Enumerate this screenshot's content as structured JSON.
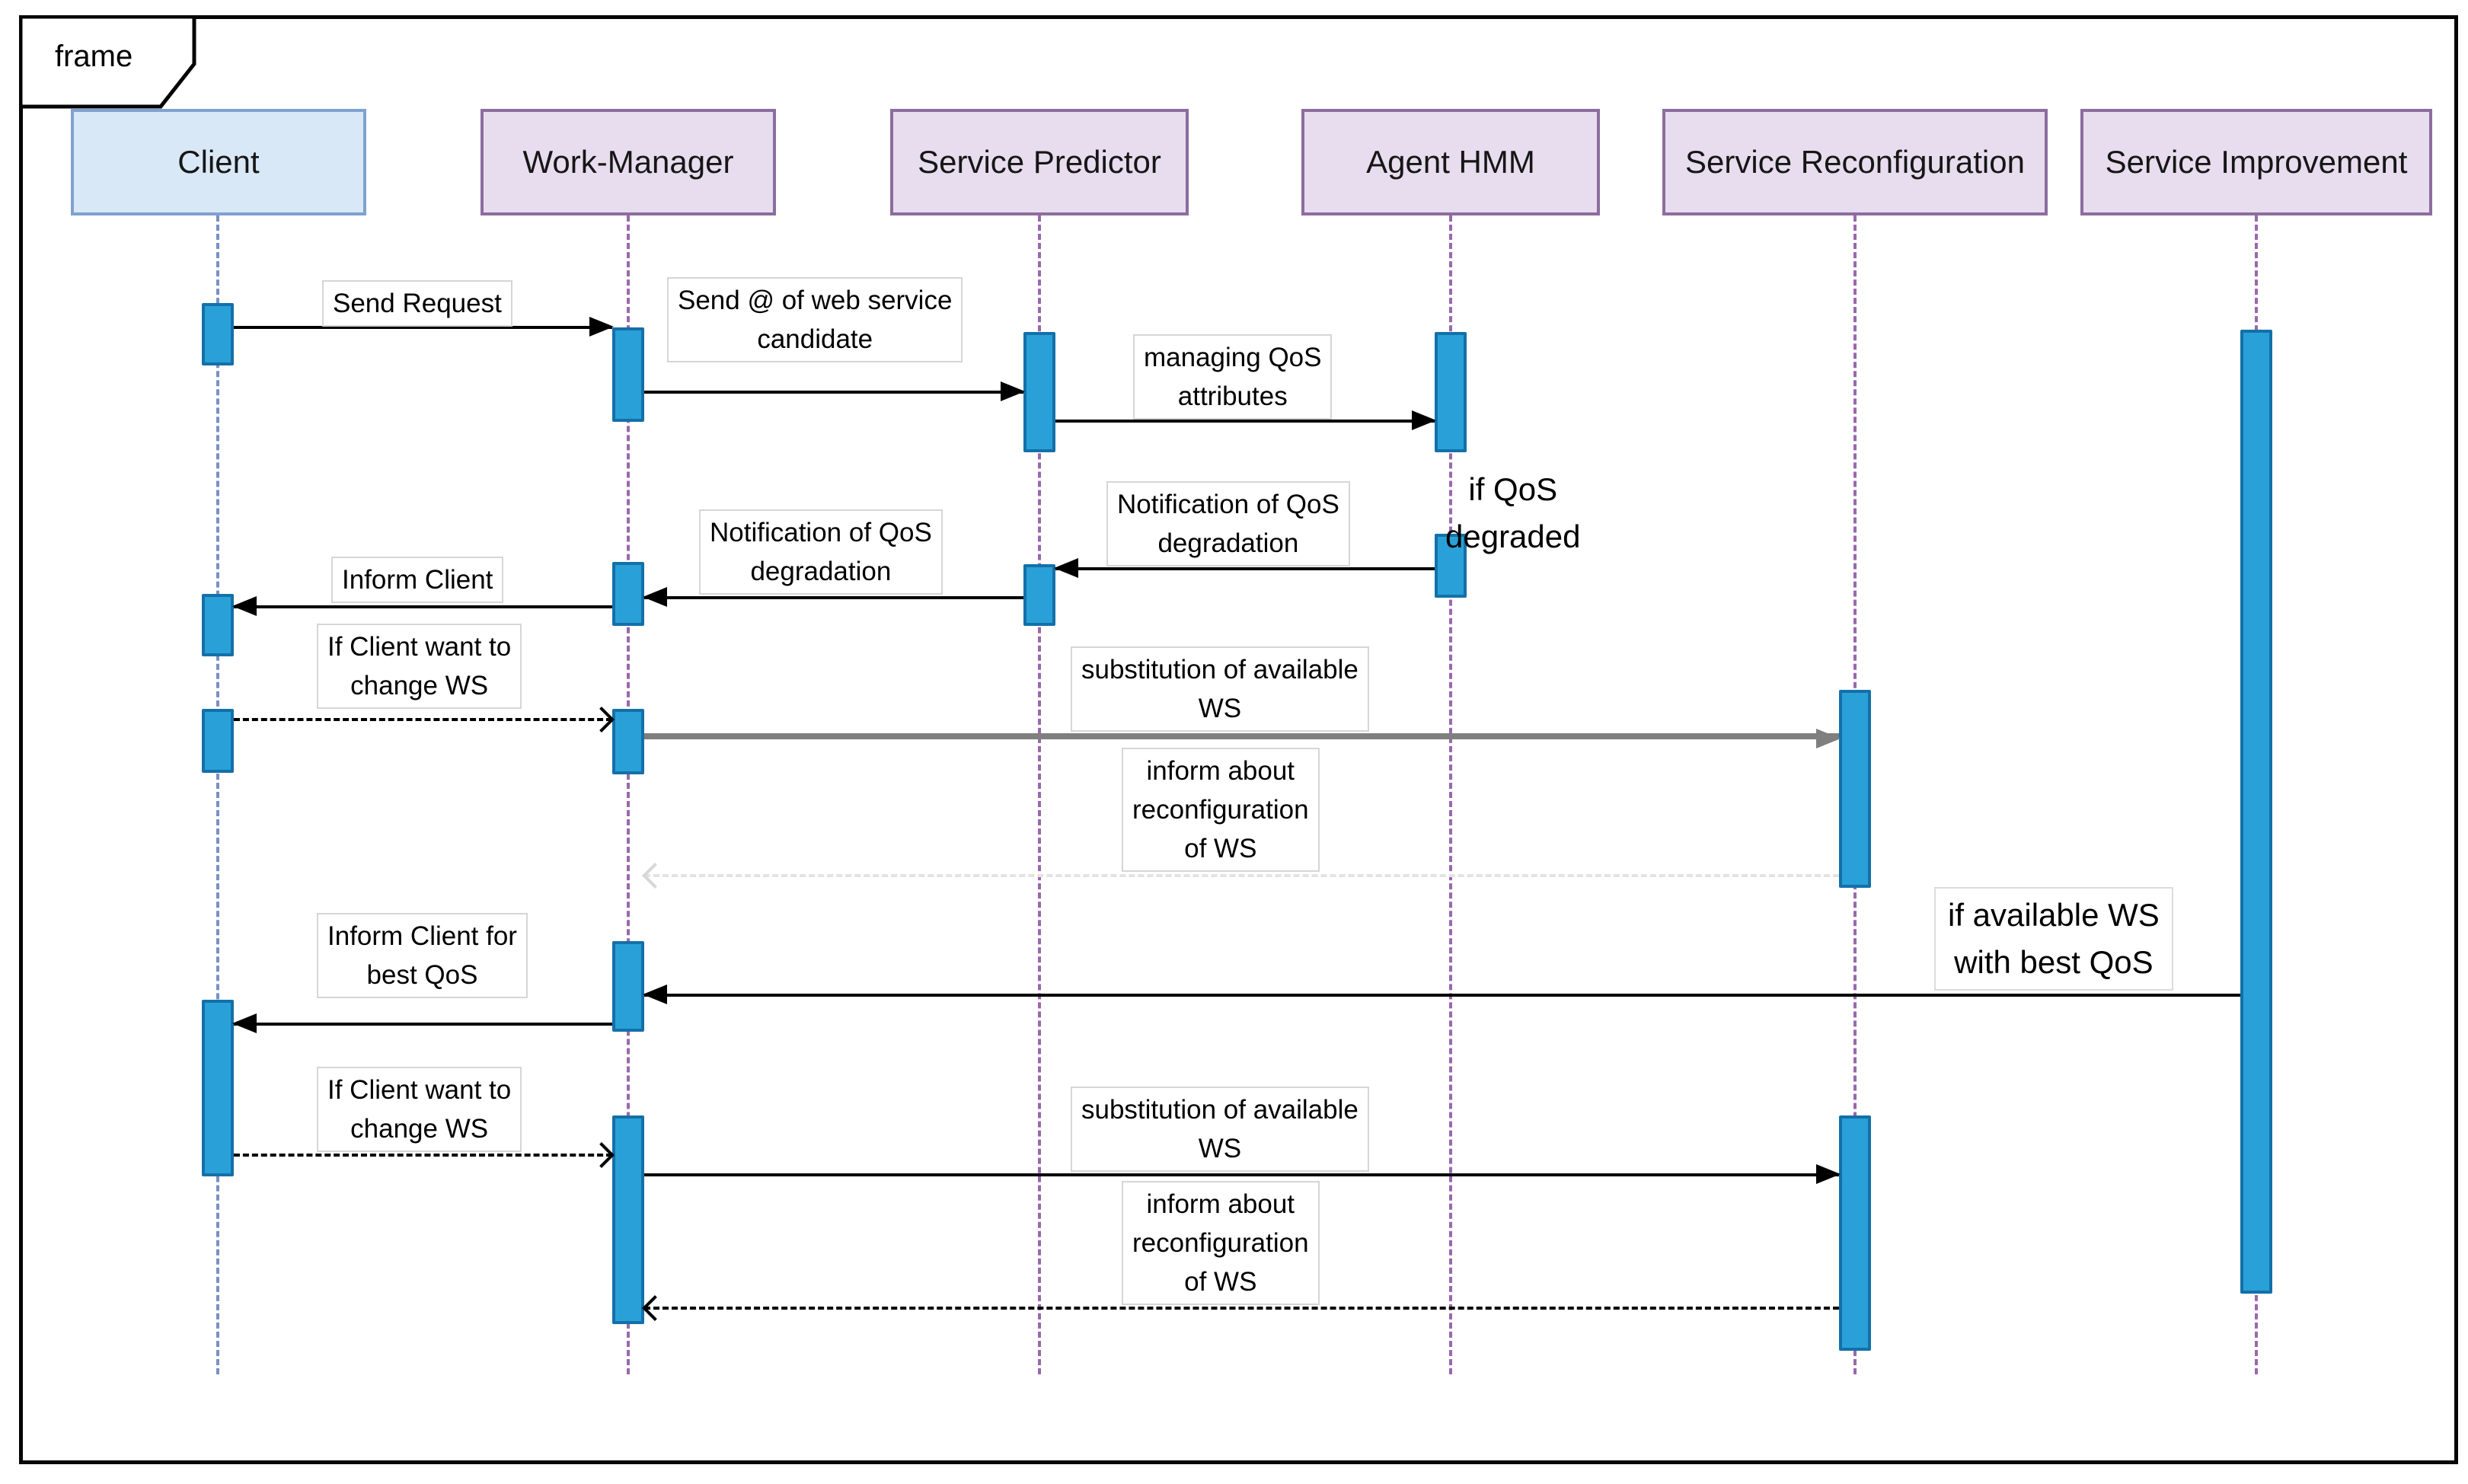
{
  "frame": {
    "label": "frame"
  },
  "actors": [
    {
      "label": "Client"
    },
    {
      "label": "Work-Manager"
    },
    {
      "label": "Service Predictor"
    },
    {
      "label": "Agent HMM"
    },
    {
      "label": "Service Reconfiguration"
    },
    {
      "label": "Service Improvement"
    }
  ],
  "messages": {
    "send_request": "Send Request",
    "send_address": "Send @ of web service\ncandidate",
    "managing_qos": "managing QoS\nattributes",
    "notification_qos_hmm_sp": "Notification of QoS\ndegradation",
    "notification_qos_sp_wm": "Notification of QoS\ndegradation",
    "inform_client": "Inform Client",
    "if_client_change_ws_1": "If Client want to\nchange WS",
    "substitution_ws_1": "substitution of available\nWS",
    "inform_reconfiguration_1": "inform about\nreconfiguration\nof WS",
    "inform_client_best_qos": "Inform Client for\nbest QoS",
    "if_client_change_ws_2": "If Client want to\nchange WS",
    "substitution_ws_2": "substitution of available\nWS",
    "inform_reconfiguration_2": "inform about\nreconfiguration\nof WS"
  },
  "guards": {
    "qos_degraded": "if QoS\ndegraded",
    "available_ws_best_qos": "if available WS\nwith best QoS"
  },
  "colors": {
    "activation_fill": "#29A0D8",
    "activation_border": "#1470A8",
    "client_box_fill": "#D9E8F7",
    "client_box_border": "#7FA2CF",
    "actor_box_fill": "#E7DDEE",
    "actor_box_border": "#8C6D9E",
    "client_lifeline": "#7B8FC4",
    "other_lifeline": "#9A68AD",
    "message_arrow": "#000000",
    "gray_arrow": "#7F7F7F"
  }
}
